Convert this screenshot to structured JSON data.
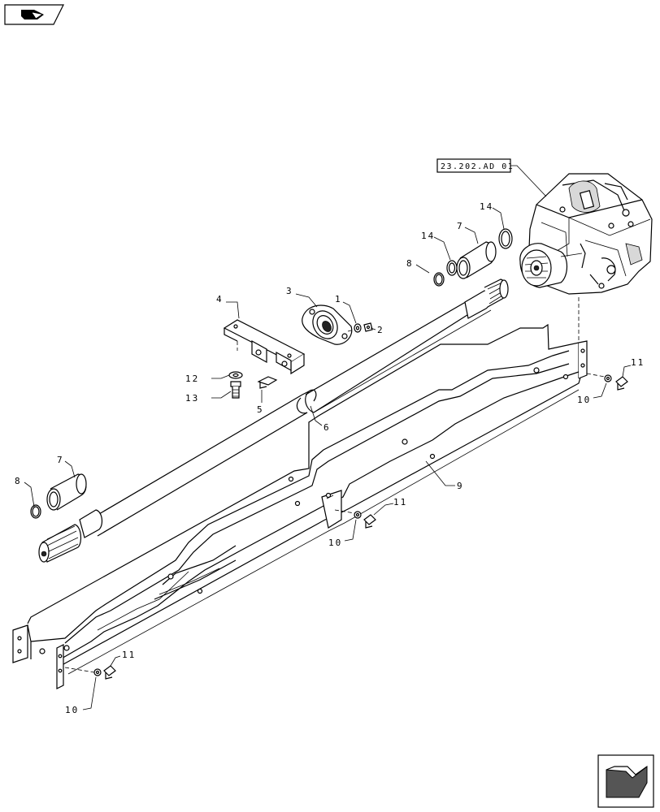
{
  "reference_box": {
    "text": "23.202.AD 01"
  },
  "callouts": [
    {
      "id": "c1",
      "text": "1"
    },
    {
      "id": "c2",
      "text": "2"
    },
    {
      "id": "c3",
      "text": "3"
    },
    {
      "id": "c4",
      "text": "4"
    },
    {
      "id": "c5",
      "text": "5"
    },
    {
      "id": "c6",
      "text": "6"
    },
    {
      "id": "c7a",
      "text": "7"
    },
    {
      "id": "c7b",
      "text": "7"
    },
    {
      "id": "c8a",
      "text": "8"
    },
    {
      "id": "c8b",
      "text": "8"
    },
    {
      "id": "c9",
      "text": "9"
    },
    {
      "id": "c10a",
      "text": "10"
    },
    {
      "id": "c10b",
      "text": "10"
    },
    {
      "id": "c10c",
      "text": "10"
    },
    {
      "id": "c11a",
      "text": "11"
    },
    {
      "id": "c11b",
      "text": "11"
    },
    {
      "id": "c11c",
      "text": "11"
    },
    {
      "id": "c12",
      "text": "12"
    },
    {
      "id": "c13",
      "text": "13"
    },
    {
      "id": "c14a",
      "text": "14"
    },
    {
      "id": "c14b",
      "text": "14"
    }
  ],
  "icons": {
    "top_left": "parts-catalog-book-icon",
    "bottom_right": "next-page-arrow-icon"
  }
}
